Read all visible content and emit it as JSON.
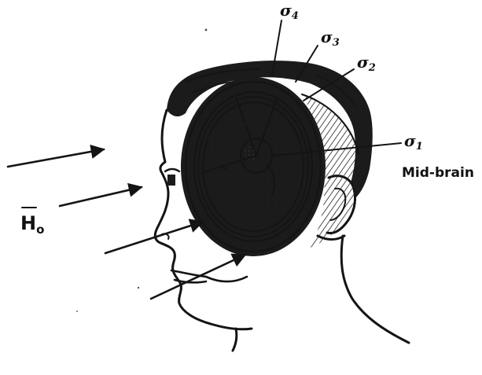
{
  "labels": {
    "sigma4": {
      "symbol": "σ",
      "sub": "4"
    },
    "sigma3": {
      "symbol": "σ",
      "sub": "3"
    },
    "sigma2": {
      "symbol": "σ",
      "sub": "2"
    },
    "sigma1": {
      "symbol": "σ",
      "sub": "1"
    },
    "midbrain": "Mid-brain",
    "field": {
      "symbol": "H",
      "sub": "o"
    }
  },
  "colors": {
    "ink": "#141414",
    "paper": "#ffffff"
  }
}
